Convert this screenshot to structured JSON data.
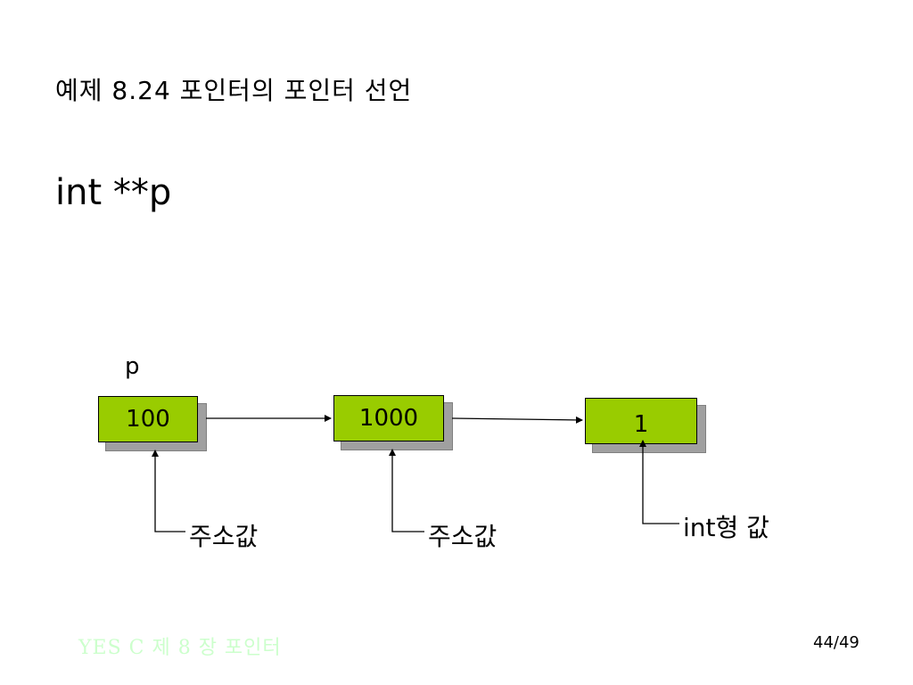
{
  "slide": {
    "title": "예제 8.24 포인터의 포인터 선언",
    "code": "int **p"
  },
  "diagram": {
    "variable_label": "p",
    "cells": [
      {
        "value": "100"
      },
      {
        "value": "1000"
      },
      {
        "value": "1"
      }
    ],
    "notes": [
      {
        "text": "주소값"
      },
      {
        "text": "주소값"
      },
      {
        "text": "int형 값"
      }
    ],
    "colors": {
      "cell_fill": "#99cc00",
      "shadow": "#a0a0a0",
      "footer_text": "#ccffcc"
    }
  },
  "footer": {
    "chapter": "YES C  제 8 장 포인터",
    "page": "44/49"
  }
}
